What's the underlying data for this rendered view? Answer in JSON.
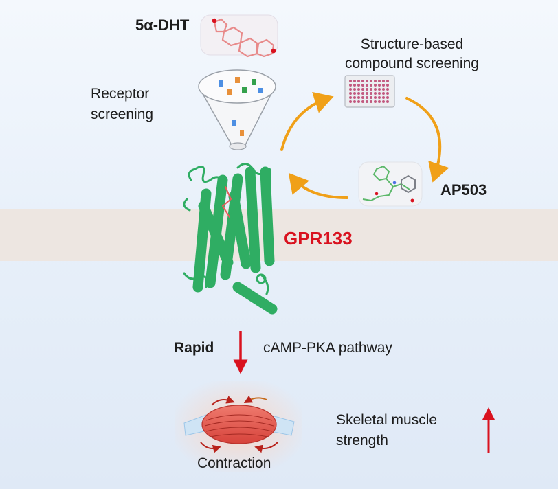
{
  "labels": {
    "dht": "5α-DHT",
    "screening_compound_line1": "Structure-based",
    "screening_compound_line2": "compound screening",
    "screening_receptor_line1": "Receptor",
    "screening_receptor_line2": "screening",
    "compound": "AP503",
    "receptor": "GPR133",
    "rapid": "Rapid",
    "pathway": "cAMP-PKA pathway",
    "contraction": "Contraction",
    "outcome_line1": "Skeletal muscle",
    "outcome_line2": "strength"
  },
  "colors": {
    "receptor_green": "#2fad63",
    "accent_red": "#d9121f",
    "cycle_orange": "#f0a018",
    "ligand_pink": "#e88a8a",
    "membrane": "#ede6e1",
    "muscle": "#e0524a"
  },
  "icons": {
    "dht_molecule": "molecule-icon",
    "plate": "well-plate-icon",
    "funnel": "funnel-icon",
    "receptor": "gpcr-structure-icon",
    "muscle": "muscle-icon",
    "up_arrow": "arrow-up-icon",
    "down_arrow": "arrow-down-icon"
  }
}
